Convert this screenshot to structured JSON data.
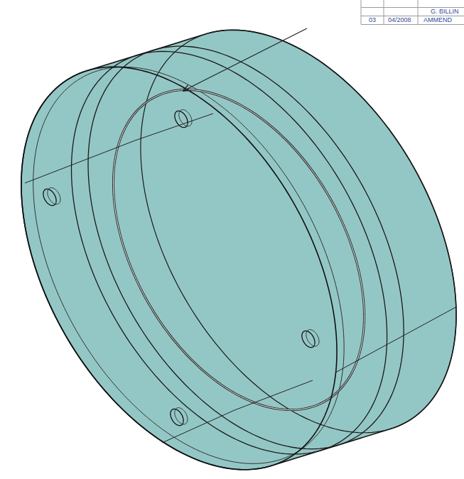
{
  "diagram": {
    "labels": [
      "G. BILLIN",
      "03",
      "04/2008",
      "AMMEND"
    ]
  }
}
